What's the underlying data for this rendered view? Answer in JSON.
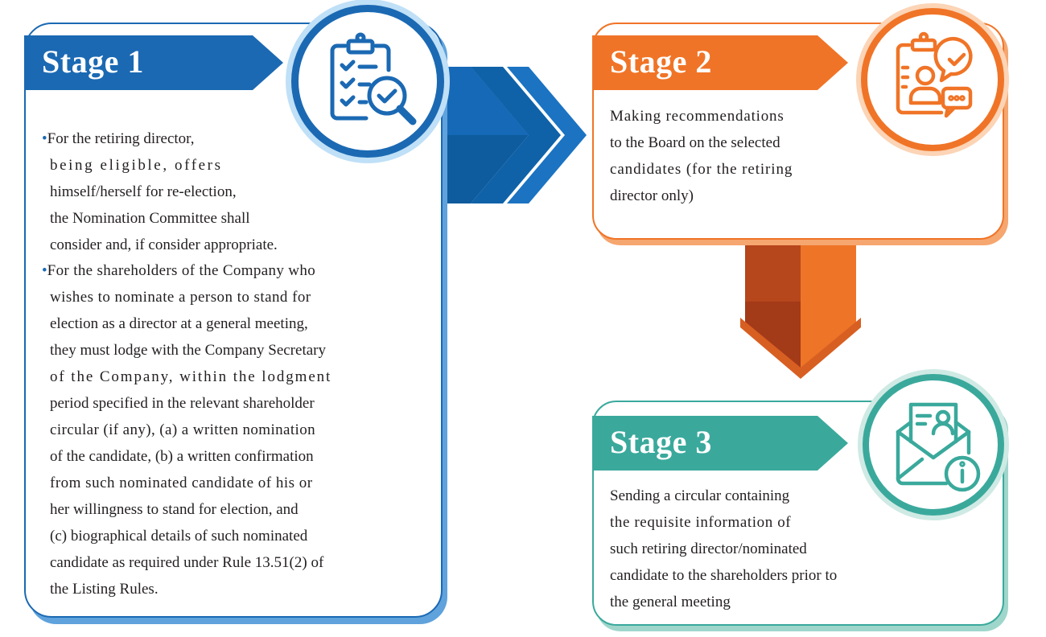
{
  "stages": [
    {
      "title": "Stage 1",
      "icon": "clipboard-search-icon",
      "color": "#1b69b3",
      "bullets": [
        {
          "lines": [
            "For the retiring director,",
            "being eligible, offers",
            "himself/herself for re-election,",
            "the Nomination Committee shall",
            "consider and, if consider appropriate."
          ]
        },
        {
          "lines": [
            "For the shareholders of the Company who",
            "wishes to nominate a person to stand for",
            "election as a director at a general meeting,",
            "they must lodge with the Company Secretary",
            "of the Company, within the lodgment",
            "period specified in the relevant shareholder",
            "circular (if any), (a) a written nomination",
            "of the candidate, (b) a written confirmation",
            "from such nominated candidate of his or",
            "her willingness to stand for election, and",
            "(c) biographical details of such nominated",
            "candidate as required under Rule 13.51(2) of",
            "the Listing Rules."
          ]
        }
      ]
    },
    {
      "title": "Stage 2",
      "icon": "clipboard-person-chat-icon",
      "color": "#f07427",
      "lines": [
        "Making recommendations",
        "to the Board on the selected",
        "candidates (for the retiring",
        "director only)"
      ]
    },
    {
      "title": "Stage 3",
      "icon": "envelope-letter-info-icon",
      "color": "#3aa99c",
      "lines": [
        "Sending a circular containing",
        "the requisite information of",
        "such retiring director/nominated",
        "candidate to the shareholders prior to",
        "the general meeting"
      ]
    }
  ]
}
